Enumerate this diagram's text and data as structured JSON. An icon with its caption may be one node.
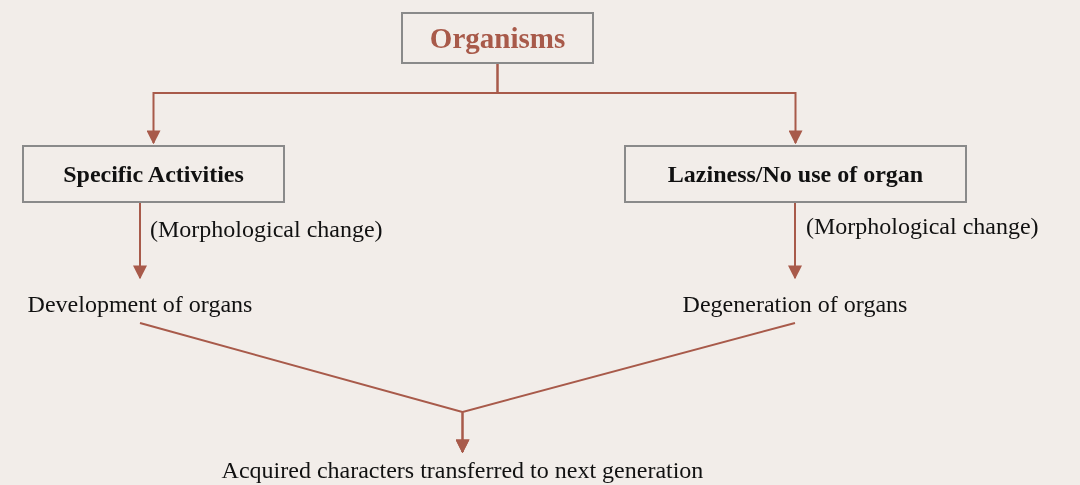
{
  "diagram": {
    "nodes": [
      {
        "text": [
          "Organisms"
        ]
      },
      {
        "text": [
          "Specific Activities"
        ]
      },
      {
        "text": [
          "Laziness/No use of organ"
        ]
      },
      {
        "text": [
          "Development of organs"
        ]
      },
      {
        "text": [
          "Degeneration of organs"
        ]
      },
      {
        "text": [
          "Acquired characters transferred to next generation"
        ]
      }
    ],
    "edges": [
      {
        "from": 0,
        "to": 1,
        "arrow": "to"
      },
      {
        "from": 0,
        "to": 2,
        "arrow": "to"
      },
      {
        "from": 1,
        "to": 3,
        "arrow": "to",
        "label": "(Morphological change)"
      },
      {
        "from": 2,
        "to": 4,
        "arrow": "to",
        "label": "(Morphological change)"
      },
      {
        "from": 3,
        "to": 5,
        "arrow": "to"
      },
      {
        "from": 4,
        "to": 5,
        "arrow": "to"
      }
    ]
  }
}
